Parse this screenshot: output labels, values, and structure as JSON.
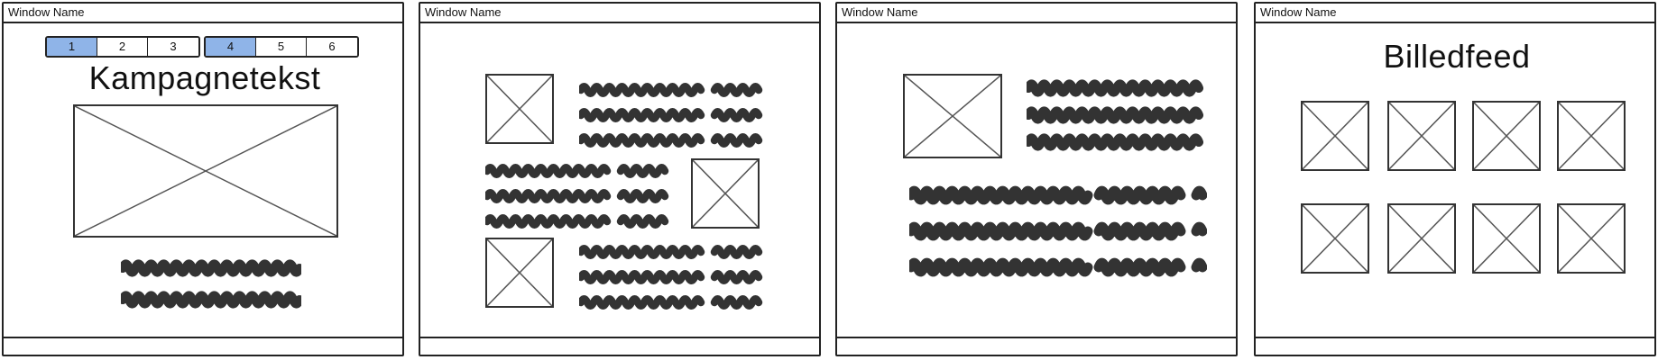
{
  "windows": [
    {
      "title": "Window Name",
      "stepper": {
        "group_a": [
          {
            "label": "1",
            "active": true
          },
          {
            "label": "2",
            "active": false
          },
          {
            "label": "3",
            "active": false
          }
        ],
        "group_b": [
          {
            "label": "4",
            "active": true
          },
          {
            "label": "5",
            "active": false
          },
          {
            "label": "6",
            "active": false
          }
        ]
      },
      "heading": "Kampagnetekst"
    },
    {
      "title": "Window Name"
    },
    {
      "title": "Window Name"
    },
    {
      "title": "Window Name",
      "heading": "Billedfeed"
    }
  ],
  "colors": {
    "border": "#222222",
    "active_step": "#8fb4e8",
    "scribble": "#333333"
  },
  "icons": {
    "placeholder": "image-placeholder-icon",
    "scribble": "text-scribble"
  }
}
